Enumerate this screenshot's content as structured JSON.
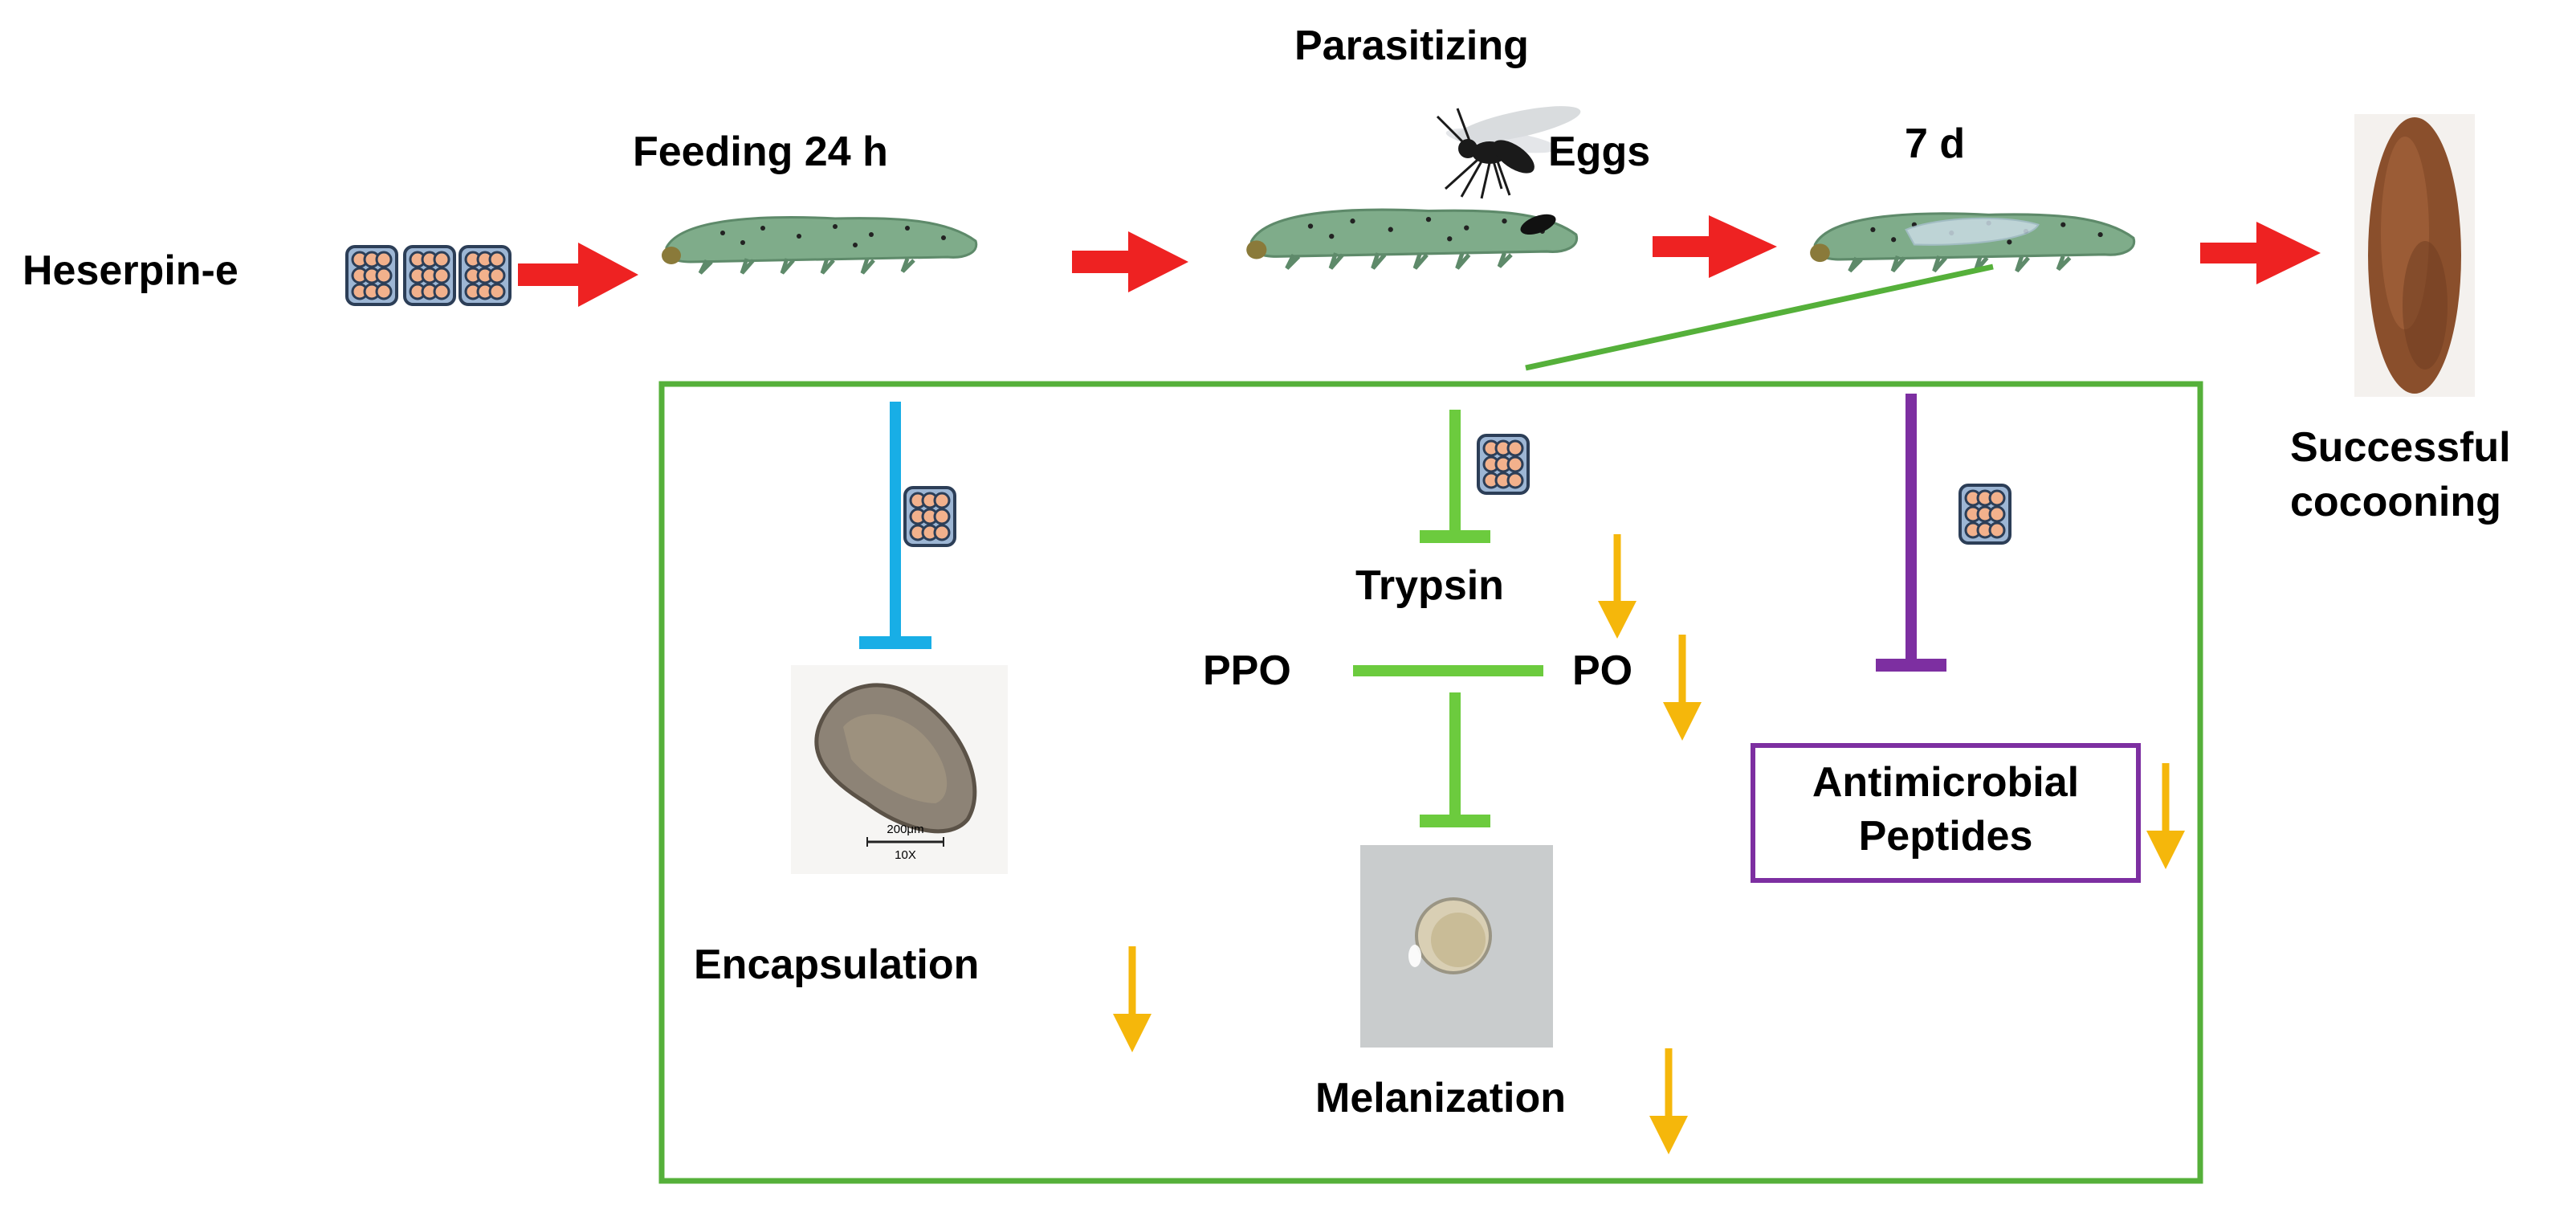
{
  "labels": {
    "heserpin": "Heserpin-e",
    "feeding": "Feeding 24 h",
    "parasitizing": "Parasitizing",
    "eggs": "Eggs",
    "day7": "7 d",
    "success_line1": "Successful",
    "success_line2": "cocooning",
    "trypsin": "Trypsin",
    "ppo": "PPO",
    "po": "PO",
    "encapsulation": "Encapsulation",
    "melanization": "Melanization",
    "amp_line1": "Antimicrobial",
    "amp_line2": "Peptides",
    "scale_bar": "200μm",
    "magnification": "10X"
  },
  "colors": {
    "flow_arrow": "#ee2222",
    "box_border": "#55b03a",
    "encapsulation_inhibit": "#18aee6",
    "trypsin_inhibit": "#6ccb3e",
    "amp_inhibit": "#7d2fa1",
    "decrease_arrow": "#f5b70b",
    "larva_body": "#7fac8a",
    "cocoon": "#8a4f2c"
  },
  "icons": {
    "protein": "protein-cage-icon",
    "wasp": "wasp-icon",
    "larva": "larva-icon",
    "cocoon": "cocoon-icon"
  }
}
